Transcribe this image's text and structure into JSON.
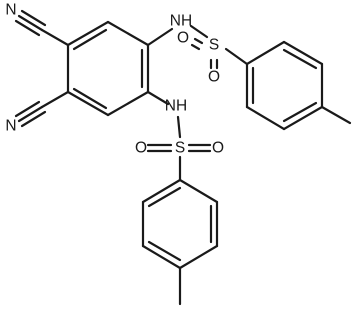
{
  "molecule": {
    "atoms": {
      "n_cyano_top": "N",
      "n_cyano_bottom": "N",
      "nh_top": "NH",
      "nh_bottom": "NH",
      "s_top": "S",
      "s_bottom": "S",
      "o_top_left": "O",
      "o_top_right": "O",
      "o_bottom_left": "O",
      "o_bottom_right": "O"
    }
  }
}
